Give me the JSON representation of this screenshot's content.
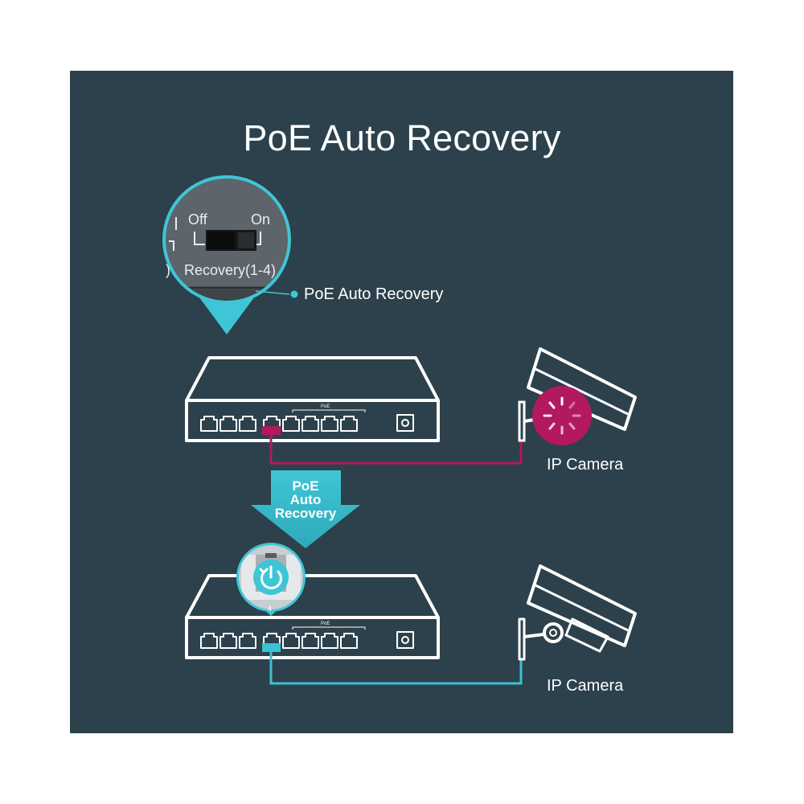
{
  "title": "PoE Auto Recovery",
  "switch_closeup": {
    "off_label": "Off",
    "on_label": "On",
    "recovery_label": "Recovery(1-4)",
    "paren_fragment": ")"
  },
  "callout_label": "PoE Auto Recovery",
  "arrow_label": [
    "PoE",
    "Auto",
    "Recovery"
  ],
  "port_tag": "PoE",
  "port_number": "4",
  "cameras": [
    {
      "label": "IP Camera",
      "state": "rebooting"
    },
    {
      "label": "IP Camera",
      "state": "recovered"
    }
  ],
  "colors": {
    "background": "#2c414b",
    "line_white": "#ffffff",
    "fault_magenta": "#b2195e",
    "recovery_teal": "#3cc1d2"
  }
}
